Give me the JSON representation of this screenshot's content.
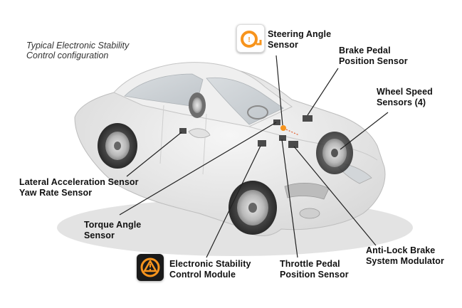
{
  "caption": {
    "line1": "Typical Electronic Stability",
    "line2": "Control configuration"
  },
  "labels": {
    "steering_angle_sensor": [
      "Steering Angle",
      "Sensor"
    ],
    "brake_pedal_position_sensor": [
      "Brake Pedal",
      "Position Sensor"
    ],
    "wheel_speed_sensors": [
      "Wheel Speed",
      "Sensors (4)"
    ],
    "lateral_acceleration_yaw_rate_sensor": [
      "Lateral Acceleration Sensor",
      "Yaw Rate Sensor"
    ],
    "torque_angle_sensor": [
      "Torque Angle",
      "Sensor"
    ],
    "electronic_stability_control_module": [
      "Electronic Stability",
      "Control Module"
    ],
    "throttle_pedal_position_sensor": [
      "Throttle Pedal",
      "Position Sensor"
    ],
    "anti_lock_brake_system_modulator": [
      "Anti-Lock Brake",
      "System Modulator"
    ]
  },
  "icons": {
    "steering_badge": "steering-wheel-warning-icon",
    "esc_badge": "esc-warning-icon"
  },
  "colors": {
    "steering_badge_bg": "#ffffff",
    "steering_badge_symbol": "#f7941d",
    "esc_badge_bg": "#1a1a1a",
    "esc_badge_symbol": "#f7941d",
    "car_body": "#e9e9e9",
    "leader_line": "#222222"
  }
}
